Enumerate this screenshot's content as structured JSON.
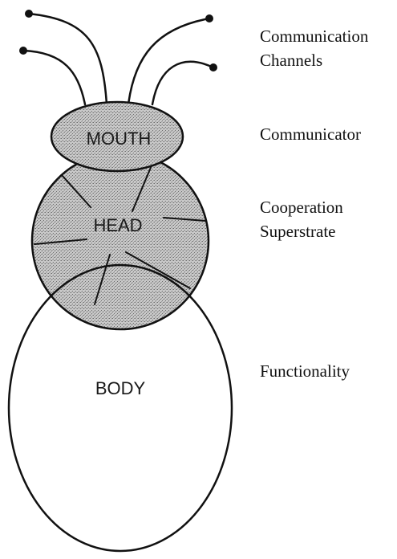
{
  "diagram": {
    "parts": {
      "mouth": "MOUTH",
      "head": "HEAD",
      "body": "BODY"
    },
    "roles": {
      "channels": "Communication\nChannels",
      "communicator": "Communicator",
      "superstrate": "Cooperation\nSuperstrate",
      "functionality": "Functionality"
    },
    "colors": {
      "stroke": "#111111",
      "shaded_fill": "#b8b8b8",
      "body_fill": "#ffffff"
    }
  }
}
